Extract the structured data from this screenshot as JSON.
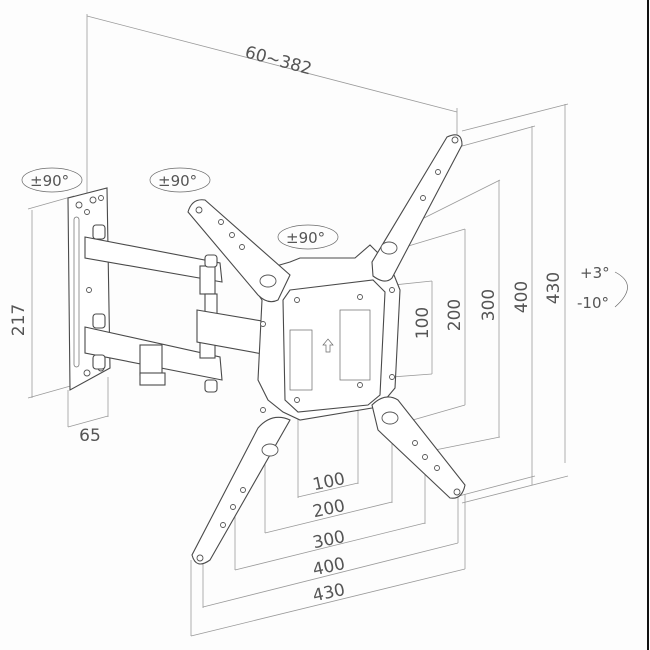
{
  "diagram": {
    "subject": "Full-motion TV wall mount bracket",
    "colors": {
      "line": "#4a4a4a",
      "dimension": "#9a9a9a",
      "text": "#555555",
      "background": "#fdfdfd"
    },
    "dimensions": {
      "extension": "60~382",
      "wall_plate_height": "217",
      "wall_plate_depth": "65",
      "vesa_vertical": [
        "100",
        "200",
        "300",
        "400",
        "430"
      ],
      "vesa_horizontal": [
        "100",
        "200",
        "300",
        "400",
        "430"
      ]
    },
    "rotation_labels": {
      "wall_pivot": "±90°",
      "arm_pivot": "±90°",
      "plate_rotation": "±90°"
    },
    "tilt": {
      "up": "+3°",
      "down": "-10°"
    }
  }
}
